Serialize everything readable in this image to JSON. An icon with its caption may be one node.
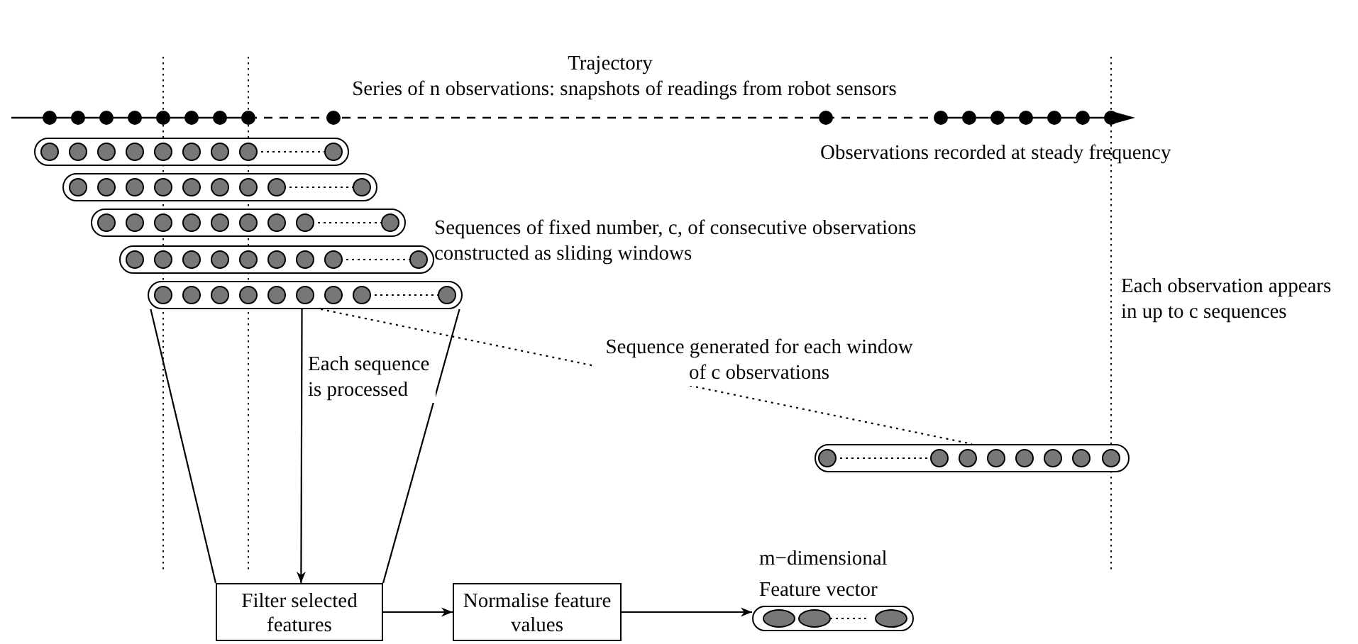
{
  "diagram": {
    "nodes": [
      {
        "text": [],
        "shape": "capsule"
      },
      {
        "text": [],
        "shape": "capsule"
      },
      {
        "text": [],
        "shape": "capsule"
      },
      {
        "text": [],
        "shape": "capsule"
      },
      {
        "text": [],
        "shape": "capsule"
      },
      {
        "text": [],
        "shape": "capsule"
      },
      {
        "text": [
          "Filter selected features"
        ]
      },
      {
        "text": [
          "Normalise feature values"
        ]
      },
      {
        "text": [
          "m−dimensional Feature vector"
        ]
      }
    ],
    "edges": [
      {
        "from": 4,
        "to": 6,
        "arrow": "to",
        "label": "Each sequence is processed"
      },
      {
        "from": 4,
        "to": 6,
        "arrow": "none"
      },
      {
        "from": 4,
        "to": 6,
        "arrow": "none"
      },
      {
        "from": 4,
        "to": 5,
        "arrow": "none",
        "style": "dashed",
        "label": "Sequence generated for each window of c observations"
      },
      {
        "from": 6,
        "to": 7,
        "arrow": "to"
      },
      {
        "from": 7,
        "to": 8,
        "arrow": "to"
      }
    ],
    "labels": [
      "Trajectory",
      "Series of n observations: snapshots of readings from robot sensors",
      "Observations recorded at steady frequency",
      "Sequences of fixed number, c, of consecutive observations constructed as sliding windows",
      "Each observation appears in up to c sequences"
    ]
  }
}
